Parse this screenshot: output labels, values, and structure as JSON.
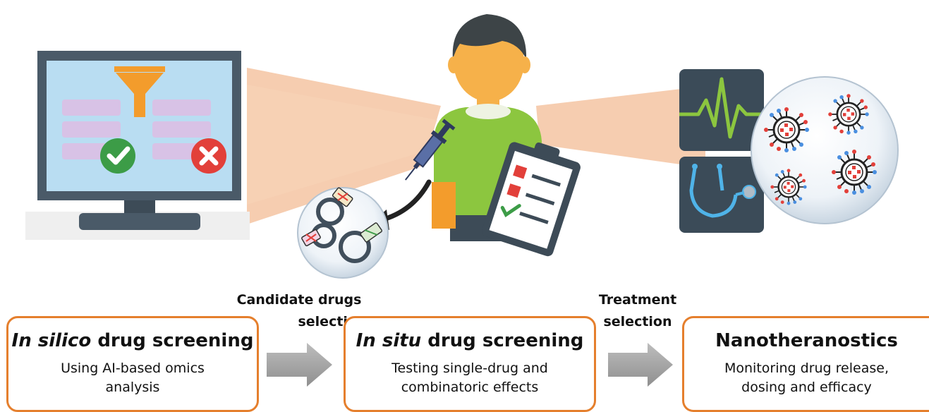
{
  "steps": [
    {
      "title_italic": "In silico",
      "title_rest": " drug screening",
      "sub_line1": "Using AI-based omics",
      "sub_line2": "analysis"
    },
    {
      "title_italic": "In situ",
      "title_rest": " drug screening",
      "sub_line1": "Testing single-drug and",
      "sub_line2": "combinatoric effects"
    },
    {
      "title_italic": "",
      "title_rest": "Nanotheranostics",
      "sub_line1": "Monitoring drug release,",
      "sub_line2": "dosing and efficacy"
    }
  ],
  "transitions": [
    {
      "line1": "Candidate drugs",
      "line2": "selection"
    },
    {
      "line1": "Treatment",
      "line2": "selection"
    }
  ],
  "colors": {
    "box_border": "#E57F2D",
    "monitor_frame": "#4A5A68",
    "monitor_screen": "#B9DDF2",
    "funnel": "#F39C2C",
    "check": "#3C9C47",
    "cross": "#E2403A",
    "patient_shirt": "#8CC63F",
    "patient_skin": "#F6B14A",
    "beam": "#F4C4A2",
    "panel": "#3B4B58",
    "pulse": "#8CC63F",
    "stethoscope": "#4FB3E8",
    "arrow_gray": "#A6A6A6"
  }
}
